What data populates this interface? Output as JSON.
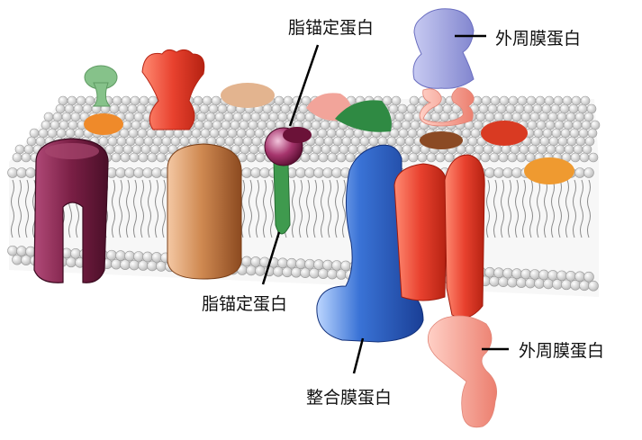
{
  "labels": {
    "lipid_anchored_top": "脂锚定蛋白",
    "lipid_anchored_bottom": "脂锚定蛋白",
    "peripheral_top": "外周膜蛋白",
    "peripheral_bottom": "外周膜蛋白",
    "integral": "整合膜蛋白"
  },
  "colors": {
    "head": "#e6e6e6",
    "tail": "#8a8a8a",
    "transmembrane_left": "#7a1f45",
    "channel_brown": "#b86a3a",
    "anchored_head": "#8c1f55",
    "anchored_stem": "#3f9a4e",
    "integral_blue": "#2e63c6",
    "red_protein": "#e8412e",
    "peripheral_purple": "#9b9fdc",
    "peripheral_pink": "#f29b8d",
    "small_green": "#86c28a",
    "small_orange": "#ef8a2a",
    "small_tan": "#e3b48f",
    "dark_green": "#2f8a43",
    "leader_line": "#000000"
  }
}
